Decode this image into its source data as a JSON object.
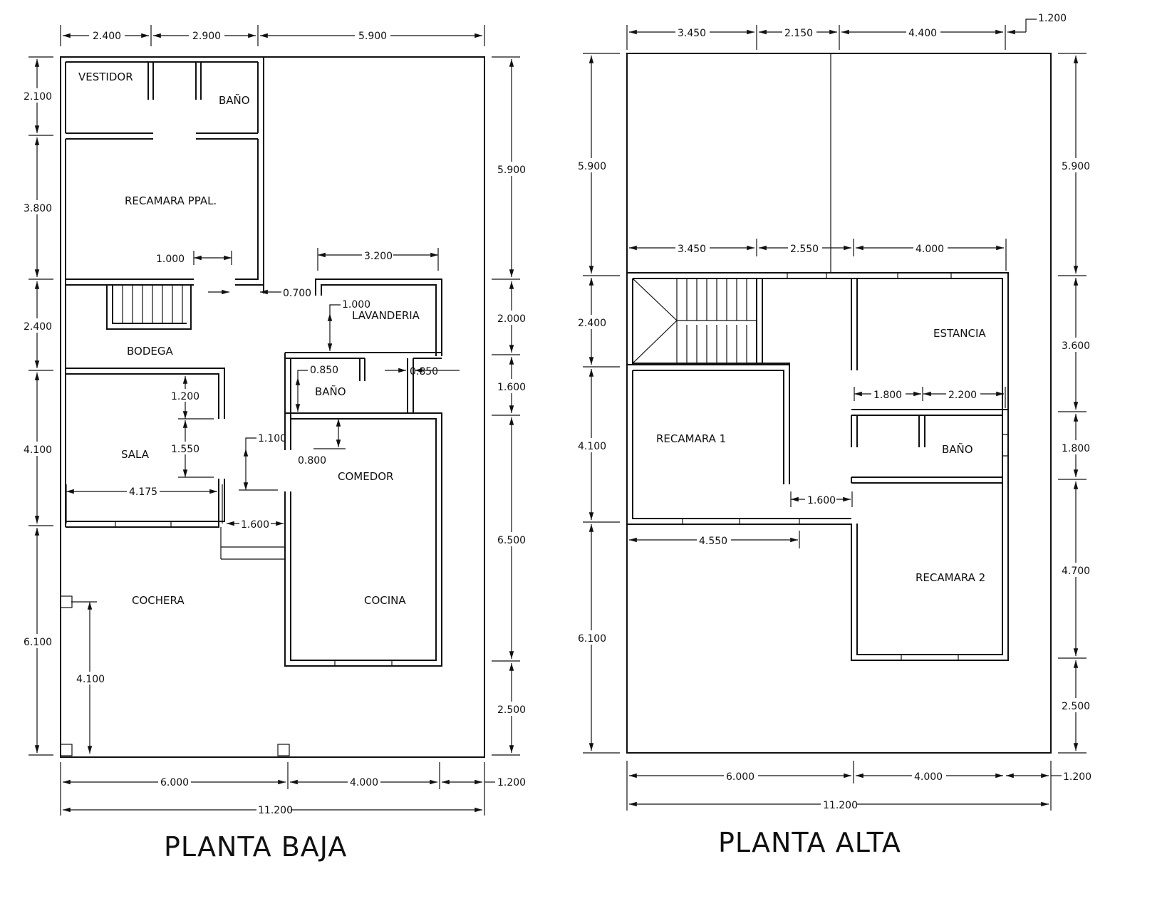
{
  "planta_baja": {
    "title": "PLANTA BAJA",
    "rooms": {
      "vestidor": "VESTIDOR",
      "bano_ppal": "BAÑO",
      "recamara_ppal": "RECAMARA PPAL.",
      "lavanderia": "LAVANDERIA",
      "bodega": "BODEGA",
      "bano": "BAÑO",
      "sala": "SALA",
      "comedor": "COMEDOR",
      "cochera": "COCHERA",
      "cocina": "COCINA"
    },
    "dims": {
      "top_1": "2.400",
      "top_2": "2.900",
      "top_3": "5.900",
      "left_1": "2.100",
      "left_2": "3.800",
      "left_3": "2.400",
      "left_4": "4.100",
      "left_5": "6.100",
      "right_1": "5.900",
      "right_2": "2.000",
      "right_3": "1.600",
      "right_4": "6.500",
      "right_5": "2.500",
      "bottom_1": "6.000",
      "bottom_2": "4.000",
      "bottom_3": "1.200",
      "bottom_total": "11.200",
      "door_rec": "1.000",
      "door_700": "0.700",
      "lav_width": "3.200",
      "lav_door": "1.000",
      "bano_850a": "0.850",
      "bano_850b": "0.850",
      "sala_1200": "1.200",
      "sala_1550": "1.550",
      "sala_4175": "4.175",
      "comedor_1100": "1.100",
      "comedor_0800": "0.800",
      "pasillo_1600": "1.600",
      "cochera_4100": "4.100"
    }
  },
  "planta_alta": {
    "title": "PLANTA ALTA",
    "rooms": {
      "estancia": "ESTANCIA",
      "recamara_1": "RECAMARA 1",
      "bano": "BAÑO",
      "recamara_2": "RECAMARA 2"
    },
    "dims": {
      "top_1": "3.450",
      "top_2": "2.150",
      "top_3": "4.400",
      "top_4": "1.200",
      "mid_1": "3.450",
      "mid_2": "2.550",
      "mid_3": "4.000",
      "left_1": "5.900",
      "left_2": "2.400",
      "left_3": "4.100",
      "left_4": "6.100",
      "right_1": "5.900",
      "right_2": "3.600",
      "right_3": "1.800",
      "right_4": "4.700",
      "right_5": "2.500",
      "bano_1800": "1.800",
      "bano_2200": "2.200",
      "pasillo_1600": "1.600",
      "rec_4550": "4.550",
      "bottom_1": "6.000",
      "bottom_2": "4.000",
      "bottom_3": "1.200",
      "bottom_total": "11.200"
    }
  }
}
